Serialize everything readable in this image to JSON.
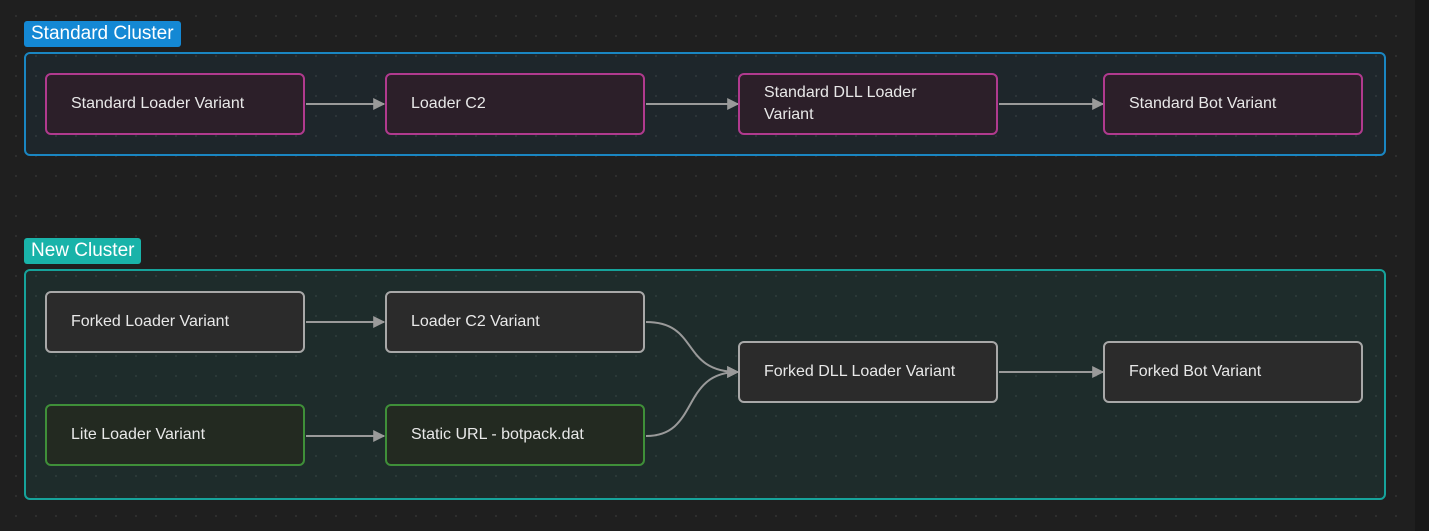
{
  "groups": {
    "standard": {
      "label": "Standard Cluster",
      "color": "#1488d4"
    },
    "new": {
      "label": "New Cluster",
      "color": "#19b3a9"
    }
  },
  "nodes": {
    "standard_loader": "Standard Loader Variant",
    "loader_c2": "Loader C2",
    "standard_dll_loader": "Standard DLL Loader Variant",
    "standard_bot": "Standard Bot Variant",
    "forked_loader": "Forked Loader Variant",
    "loader_c2_variant": "Loader C2 Variant",
    "lite_loader": "Lite Loader Variant",
    "static_url": "Static URL - botpack.dat",
    "forked_dll_loader": "Forked DLL Loader Variant",
    "forked_bot": "Forked Bot Variant"
  },
  "edges": [
    {
      "from": "standard_loader",
      "to": "loader_c2"
    },
    {
      "from": "loader_c2",
      "to": "standard_dll_loader"
    },
    {
      "from": "standard_dll_loader",
      "to": "standard_bot"
    },
    {
      "from": "forked_loader",
      "to": "loader_c2_variant"
    },
    {
      "from": "lite_loader",
      "to": "static_url"
    },
    {
      "from": "loader_c2_variant",
      "to": "forked_dll_loader"
    },
    {
      "from": "static_url",
      "to": "forked_dll_loader"
    },
    {
      "from": "forked_dll_loader",
      "to": "forked_bot"
    }
  ],
  "colors": {
    "pink_border": "#b03a8e",
    "green_border": "#3f8f39",
    "gray_border": "#a8a8a8",
    "edge": "#9a9a9a"
  }
}
